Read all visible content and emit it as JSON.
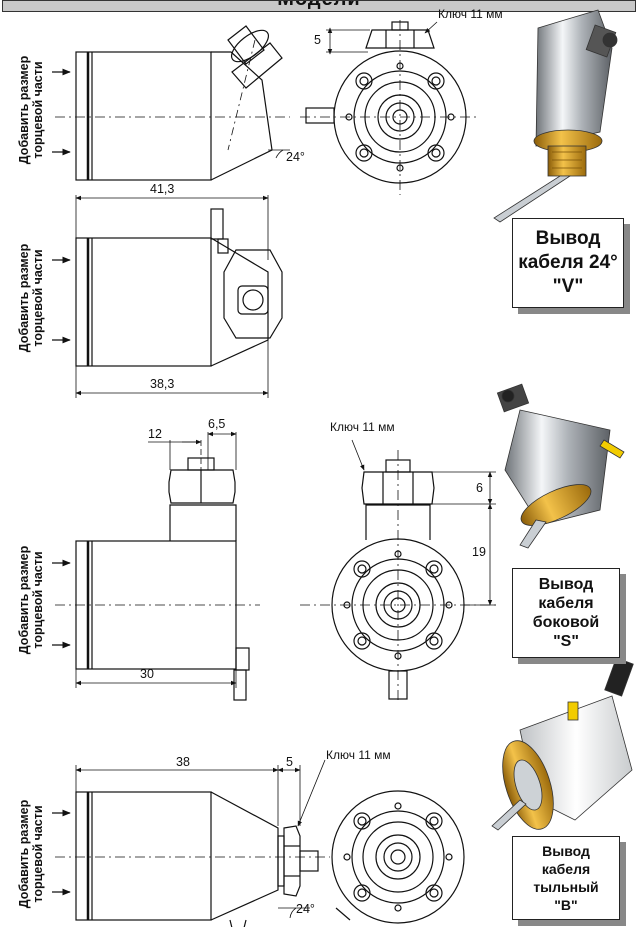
{
  "header": {
    "title": "Модели"
  },
  "side_label": {
    "line1": "Добавить размер",
    "line2": "торцевой части"
  },
  "views": {
    "v_front": {
      "key_label": "Ключ 11 мм",
      "dim_height": "5",
      "angle": "24°"
    },
    "v_top": {
      "length_overall": "41,3",
      "length_body": "38,3"
    },
    "s_side": {
      "dim_a": "12",
      "dim_b": "6,5",
      "length": "30"
    },
    "s_front": {
      "key_label": "Ключ 11 мм",
      "dim_nut": "6",
      "dim_height": "19"
    },
    "b_side": {
      "length": "38",
      "dim_nut": "5",
      "angle": "24°"
    },
    "b_front": {
      "key_label": "Ключ 11 мм"
    }
  },
  "callouts": {
    "v": {
      "line1": "Вывод",
      "line2": "кабеля 24°",
      "line3": "\"V\""
    },
    "s": {
      "line1": "Вывод",
      "line2": "кабеля",
      "line3": "боковой",
      "line4": "\"S\""
    },
    "b": {
      "line1": "Вывод",
      "line2": "кабеля",
      "line3": "тыльный",
      "line4": "\"B\""
    }
  },
  "colors": {
    "gold": "#d8a21e",
    "steel": "#b9bec4",
    "yellow": "#f2cc00",
    "shadow": "#888888"
  }
}
